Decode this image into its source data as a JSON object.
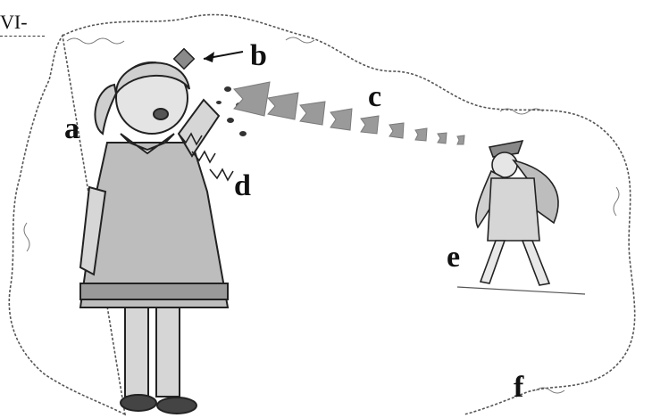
{
  "header_mark": "VI-",
  "labels": {
    "a": "a",
    "b": "b",
    "c": "c",
    "d": "d",
    "e": "e",
    "f": "f"
  },
  "colors": {
    "outline": "#333333",
    "fill_light": "#d8d8d8",
    "fill_mid": "#a8a8a8",
    "fill_dark": "#555555",
    "arrow": "#9a9a9a"
  }
}
